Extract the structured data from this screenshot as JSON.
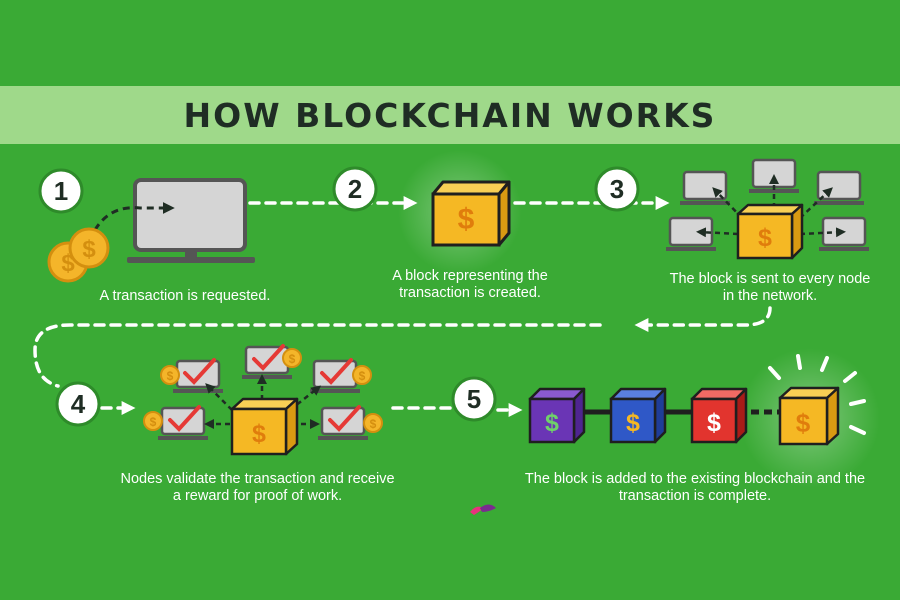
{
  "title": "HOW BLOCKCHAIN WORKS",
  "steps": [
    {
      "number": "1",
      "caption": "A transaction is requested."
    },
    {
      "number": "2",
      "caption": "A block representing the transaction is created."
    },
    {
      "number": "3",
      "caption": "The block is sent to every node in the network."
    },
    {
      "number": "4",
      "caption": "Nodes validate the transaction and receive a reward for proof of work."
    },
    {
      "number": "5",
      "caption": "The block is added to the existing blockchain and the transaction is complete."
    }
  ],
  "currency_symbol": "$",
  "colors": {
    "background": "#3aaa35",
    "banner": "#9fd98a",
    "block_orange": "#f5b824",
    "chain_purple": "#6a35b5",
    "chain_blue": "#2f58c7",
    "chain_red": "#e2342e",
    "check_red": "#e53935",
    "coin_gold": "#f4b52a"
  },
  "icons": [
    "coin-icon",
    "computer-icon",
    "block-icon",
    "check-icon",
    "arrow-icon",
    "logo-icon"
  ]
}
